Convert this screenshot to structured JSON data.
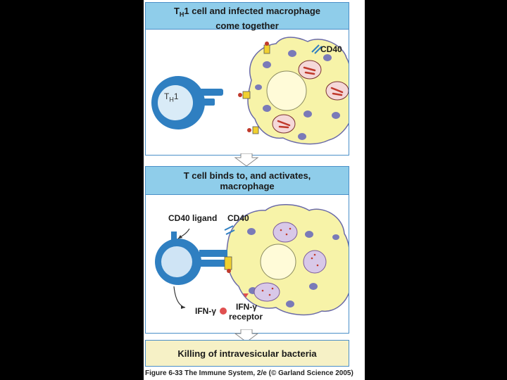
{
  "panel1": {
    "title_line1_prefix": "T",
    "title_line1_sub": "H",
    "title_line1_rest": "1 cell and infected macrophage",
    "title_line2": "come together",
    "th1_prefix": "T",
    "th1_sub": "H",
    "th1_rest": "1",
    "cd40": "CD40"
  },
  "panel2": {
    "title_line1": "T cell binds to, and activates,",
    "title_line2": "macrophage",
    "cd40_ligand": "CD40 ligand",
    "cd40": "CD40",
    "ifn": "IFN-γ",
    "ifn_receptor_line1": "IFN-γ",
    "ifn_receptor_line2": "receptor"
  },
  "panel3": {
    "title": "Killing of intravesicular bacteria"
  },
  "caption": "Figure 6-33 The Immune System, 2/e (© Garland Science 2005)",
  "colors": {
    "banner": "#8fcdea",
    "border": "#4a8fc8",
    "macrophage": "#f7f3a8",
    "tcell": "#2f7fc1",
    "nucleus_dots": "#7a7ab8",
    "bacteria": "#c0392b"
  }
}
